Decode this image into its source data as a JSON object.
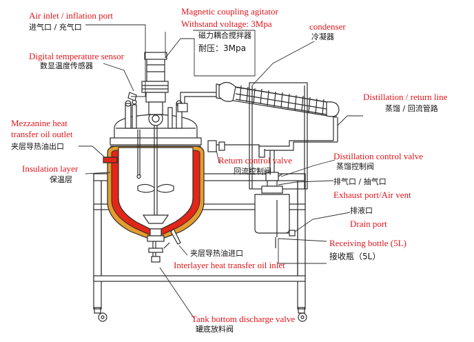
{
  "colors": {
    "label_red": "#e0141a",
    "line": "#2a2a2a",
    "jacket_oil": "#e32619",
    "insulation": "#e59c2e"
  },
  "labels": {
    "air_inlet_en": "Air inlet / inflation port",
    "air_inlet_zh": "进气口 / 充气口",
    "magnetic_en": "Magnetic coupling agitator",
    "withstand_en": "Withstand voltage: 3Mpa",
    "magnetic_zh": "磁力耦合搅拌器",
    "withstand_zh": "耐压：3Mpa",
    "condenser_en": "condenser",
    "condenser_zh": "冷凝器",
    "digital_en": "Digital temperature sensor",
    "digital_zh": "数显温度传感器",
    "distill_line_en": "Distillation / return line",
    "distill_line_zh": "蒸馏 / 回流管路",
    "mezz_en_1": "Mezzanine heat",
    "mezz_en_2": "transfer oil outlet",
    "mezz_zh": "夹层导热油出口",
    "distill_valve_en": "Distillation control valve",
    "distill_valve_zh": "蒸馏控制阀",
    "return_valve_en": "Return control valve",
    "return_valve_zh": "回流控制阀",
    "insulation_en": "Insulation layer",
    "insulation_zh": "保温层",
    "exhaust_zh": "排气口 / 抽气口",
    "exhaust_en": "Exhaust port/Air vent",
    "drain_zh": "排液口",
    "drain_en": "Drain port",
    "receiving_en": "Receiving bottle (5L)",
    "receiving_zh": "接收瓶（5L）",
    "interlayer_zh": "夹层导热油进口",
    "interlayer_en": "Interlayer heat transfer oil inlet",
    "tank_bottom_en": "Tank bottom discharge valve",
    "tank_bottom_zh": "罐底放料阀"
  }
}
